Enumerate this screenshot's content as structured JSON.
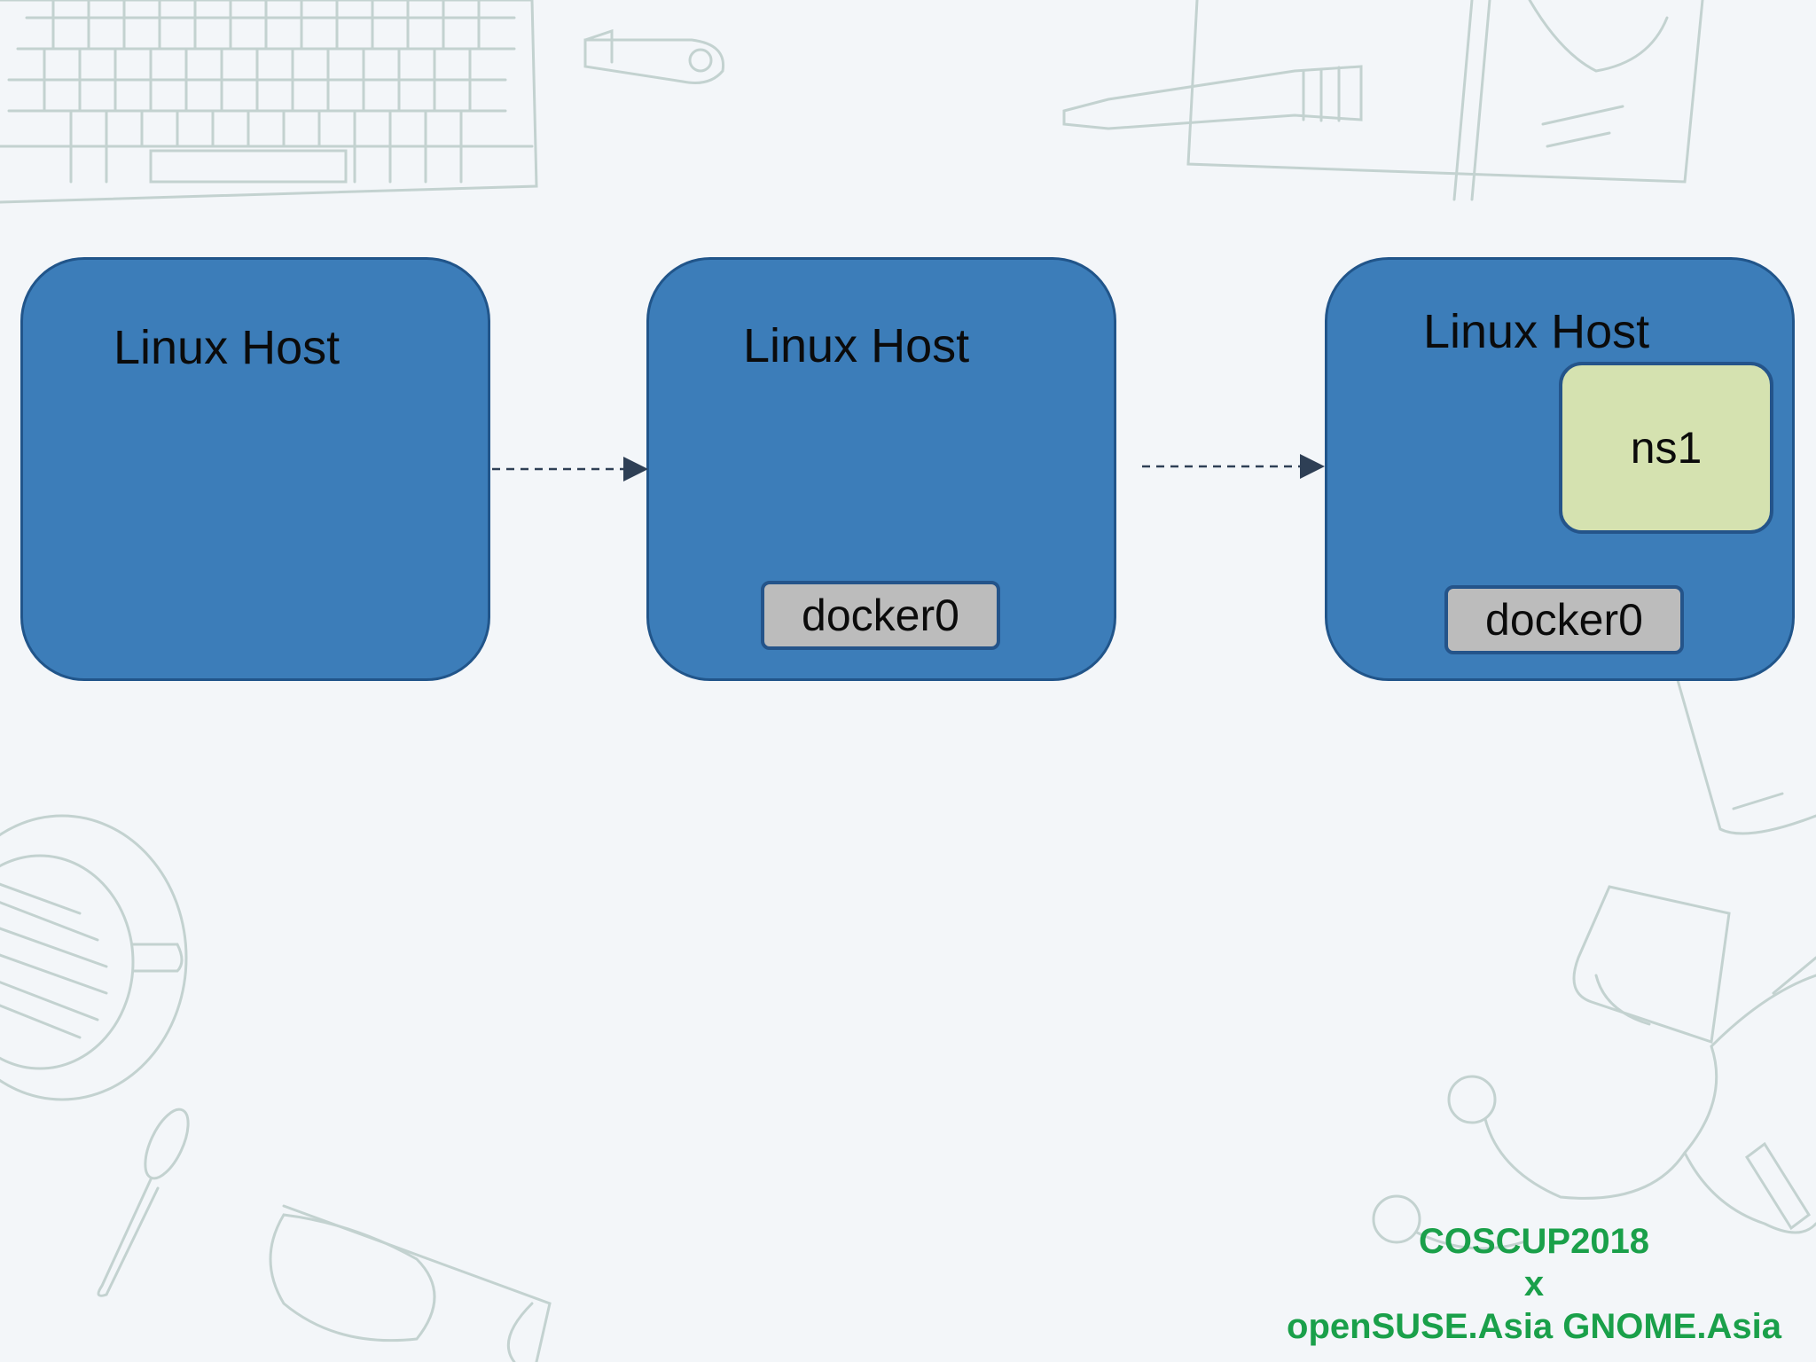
{
  "slide": {
    "hosts": [
      {
        "title": "Linux Host"
      },
      {
        "title": "Linux Host",
        "bridge": "docker0"
      },
      {
        "title": "Linux Host",
        "bridge": "docker0",
        "namespace": "ns1"
      }
    ],
    "footer": {
      "line1": "COSCUP2018",
      "line2": "x",
      "line3": "openSUSE.Asia GNOME.Asia"
    }
  },
  "colors": {
    "background": "#f3f6f9",
    "host_fill": "#3c7db9",
    "host_border": "#21558a",
    "bridge_fill": "#bcbcbc",
    "namespace_fill": "#d5e2b0",
    "arrow": "#2e3f55",
    "footer_text": "#1aa04a",
    "sketch_lines": "#c3d2d0"
  }
}
